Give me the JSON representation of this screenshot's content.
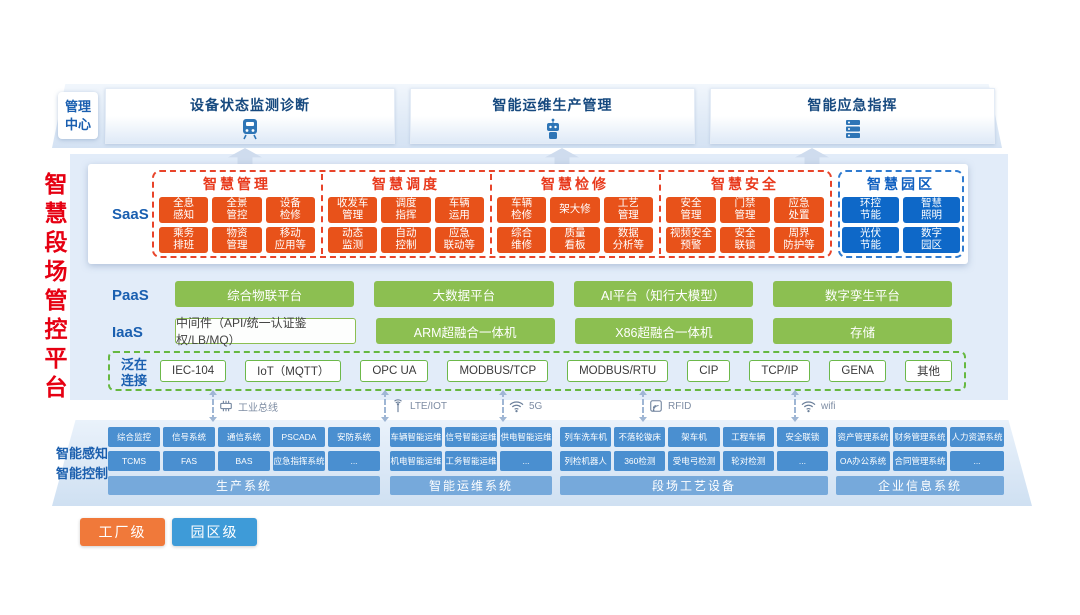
{
  "platform": {
    "title": "智慧段场管控平台"
  },
  "management_center": {
    "label": "管理\n中心",
    "panels": [
      {
        "title": "设备状态监测诊断",
        "icon": "train-icon"
      },
      {
        "title": "智能运维生产管理",
        "icon": "robot-icon"
      },
      {
        "title": "智能应急指挥",
        "icon": "server-icon"
      }
    ]
  },
  "saas": {
    "label": "SaaS",
    "groups": [
      {
        "title": "智慧管理",
        "items": [
          "全息\n感知",
          "全景\n管控",
          "设备\n检修",
          "乘务\n排班",
          "物资\n管理",
          "移动\n应用等"
        ]
      },
      {
        "title": "智慧调度",
        "items": [
          "收发车\n管理",
          "调度\n指挥",
          "车辆\n运用",
          "动态\n监测",
          "自动\n控制",
          "应急\n联动等"
        ]
      },
      {
        "title": "智慧检修",
        "items": [
          "车辆\n检修",
          "架大修",
          "工艺\n管理",
          "综合\n维修",
          "质量\n看板",
          "数据\n分析等"
        ]
      },
      {
        "title": "智慧安全",
        "items": [
          "安全\n管理",
          "门禁\n管理",
          "应急\n处置",
          "视频安全\n预警",
          "安全\n联锁",
          "周界\n防护等"
        ]
      },
      {
        "title": "智慧园区",
        "items": [
          "环控\n节能",
          "智慧\n照明",
          "光伏\n节能",
          "数字\n园区"
        ]
      }
    ]
  },
  "paas": {
    "label": "PaaS",
    "items": [
      "综合物联平台",
      "大数据平台",
      "AI平台（知行大模型）",
      "数字孪生平台"
    ]
  },
  "iaas": {
    "label": "IaaS",
    "items": [
      "中间件（API/统一认证鉴权/LB/MQ）",
      "ARM超融合一体机",
      "X86超融合一体机",
      "存储"
    ]
  },
  "connection": {
    "label": "泛在\n连接",
    "items": [
      "IEC-104",
      "IoT（MQTT）",
      "OPC UA",
      "MODBUS/TCP",
      "MODBUS/RTU",
      "CIP",
      "TCP/IP",
      "GENA",
      "其他"
    ]
  },
  "links": {
    "items": [
      "工业总线",
      "LTE/IOT",
      "5G",
      "RFID",
      "wifi"
    ]
  },
  "perception": {
    "label": "智能感知\n智能控制",
    "groups": [
      {
        "name": "生产系统",
        "row1": [
          "综合监控",
          "信号系统",
          "通信系统",
          "PSCADA",
          "安防系统"
        ],
        "row2": [
          "TCMS",
          "FAS",
          "BAS",
          "应急指挥系统",
          "..."
        ]
      },
      {
        "name": "智能运维系统",
        "row1": [
          "车辆智能运维",
          "信号智能运维",
          "供电智能运维"
        ],
        "row2": [
          "机电智能运维",
          "工务智能运维",
          "..."
        ]
      },
      {
        "name": "段场工艺设备",
        "row1": [
          "列车洗车机",
          "不落轮镟床",
          "架车机",
          "工程车辆",
          "安全联锁"
        ],
        "row2": [
          "列检机器人",
          "360检测",
          "受电弓检测",
          "轮对检测",
          "..."
        ]
      },
      {
        "name": "企业信息系统",
        "row1": [
          "资产管理系统",
          "财务管理系统",
          "人力资源系统"
        ],
        "row2": [
          "OA办公系统",
          "合同管理系统",
          "..."
        ]
      }
    ]
  },
  "legend": {
    "factory": "工厂级",
    "park": "园区级"
  },
  "colors": {
    "accent_red": "#e8521a",
    "accent_blue": "#0e68c8",
    "green": "#8cbf51",
    "box_blue": "#4a8fd0",
    "title_red": "#e60012"
  }
}
